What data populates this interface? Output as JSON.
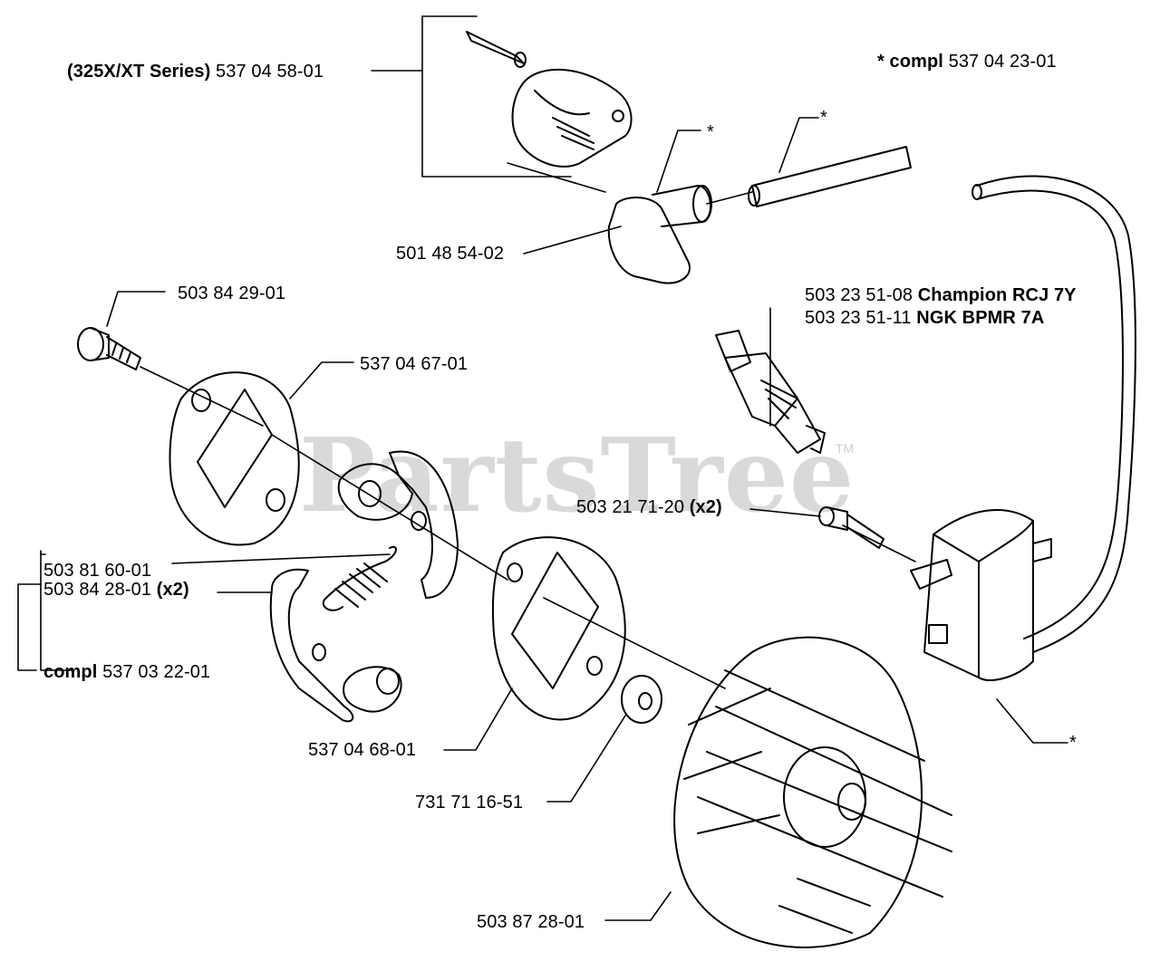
{
  "watermark": {
    "brand": "PartsTree",
    "trademark": "TM"
  },
  "labels": {
    "rubber_cover": {
      "prefix": "(325X/XT Series)",
      "part": "537 04 58-01"
    },
    "compl_note": {
      "prefix": "* compl",
      "part": "537 04 23-01"
    },
    "star_a": "*",
    "star_b": "*",
    "star_c": "*",
    "boot": "501 48 54-02",
    "spark_champion": {
      "part": "503 23 51-08",
      "name": "Champion RCJ 7Y"
    },
    "spark_ngk": {
      "part": "503 23 51-11",
      "name": "NGK BPMR 7A"
    },
    "screw_top": "503 84 29-01",
    "plate_top": "537 04 67-01",
    "coil_screw": {
      "part": "503 21 71-20",
      "qty": "(x2)"
    },
    "spring": "503 81 60-01",
    "clutch_shoe": {
      "part": "503 84 28-01",
      "qty": "(x2)"
    },
    "clutch_compl": {
      "prefix": "compl",
      "part": "537 03 22-01"
    },
    "plate_bottom": "537 04 68-01",
    "washer": "731 71 16-51",
    "flywheel": "503 87 28-01"
  }
}
